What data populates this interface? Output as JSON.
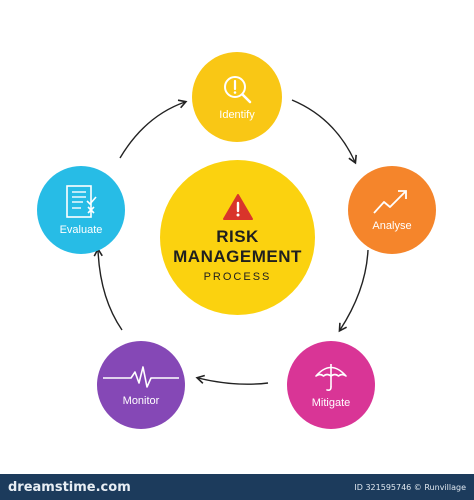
{
  "center": {
    "line1": "RISK",
    "line2": "MANAGEMENT",
    "line3": "PROCESS",
    "icon": "warning-triangle-icon",
    "color": "#fbd20f"
  },
  "steps": [
    {
      "id": "identify",
      "label": "Identify",
      "icon": "magnifier-exclamation-icon",
      "color": "#f9c715"
    },
    {
      "id": "analyse",
      "label": "Analyse",
      "icon": "trend-line-icon",
      "color": "#f5852b"
    },
    {
      "id": "mitigate",
      "label": "Mitigate",
      "icon": "umbrella-icon",
      "color": "#d93596"
    },
    {
      "id": "monitor",
      "label": "Monitor",
      "icon": "pulse-line-icon",
      "color": "#8548b6"
    },
    {
      "id": "evaluate",
      "label": "Evaluate",
      "icon": "checklist-icon",
      "color": "#27bce6"
    }
  ],
  "footer": {
    "brand": "dreamstime.com",
    "meta": "ID 321595746 © Runvillage",
    "background": "#1c3b5c"
  }
}
